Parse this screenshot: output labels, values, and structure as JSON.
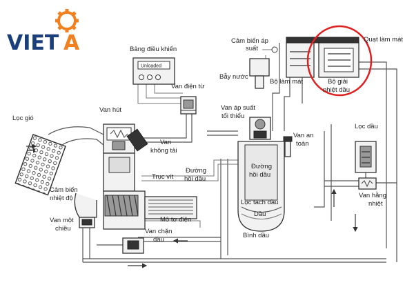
{
  "logo": {
    "text_left": "VIET",
    "text_right": "A",
    "color_blue": "#1b3f7a",
    "color_orange": "#f08020"
  },
  "highlight_color": "#e02020",
  "labels": {
    "bang_dieu_khien": "Bảng điều khiển",
    "display_text": "Unloaded",
    "cam_bien_ap_suat_1": "Cảm biến áp",
    "cam_bien_ap_suat_2": "suất",
    "quat_lam_mat": "Quạt làm mát",
    "bay_nuoc": "Bẫy nước",
    "bo_lam_mat": "Bộ làm mát",
    "bo_giai_nhiet_1": "Bộ giải",
    "bo_giai_nhiet_2": "nhiệt dầu",
    "van_hut": "Van hút",
    "van_dien_tu": "Van điện từ",
    "loc_gio": "Lọc gió",
    "van_khong_tai_1": "Van",
    "van_khong_tai_2": "không tải",
    "van_ap_suat_1": "Van áp suất",
    "van_ap_suat_2": "tối thiểu",
    "van_an_toan_1": "Van an",
    "van_an_toan_2": "toàn",
    "loc_dau": "Lọc dầu",
    "duong_hoi_dau_left_1": "Đường",
    "duong_hoi_dau_left_2": "hồi dầu",
    "duong_hoi_dau_right_1": "Đường",
    "duong_hoi_dau_right_2": "hồi dầu",
    "truc_vit": "Trục vít",
    "cam_bien_nhiet_do_1": "Cảm biến",
    "cam_bien_nhiet_do_2": "nhiệt độ",
    "loc_tach_dau": "Lọc tách dầu",
    "dau": "Dầu",
    "van_hang_nhiet_1": "Van hằng",
    "van_hang_nhiet_2": "nhiệt",
    "van_mot_chieu_1": "Van một",
    "van_mot_chieu_2": "chiều",
    "mo_to_dien": "Mô tơ điện",
    "binh_dau": "Bình dầu",
    "van_chan_dau_1": "Van chặn",
    "van_chan_dau_2": "dầu"
  }
}
